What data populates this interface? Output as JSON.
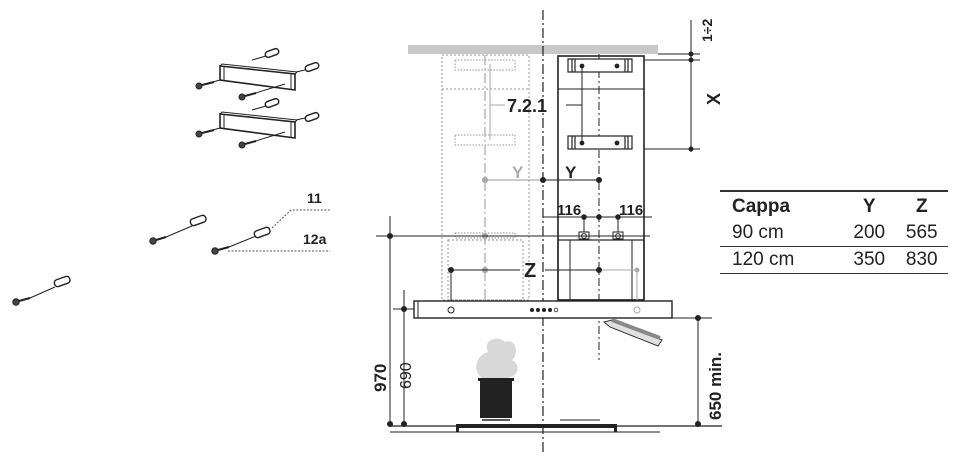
{
  "diagram": {
    "type": "range hood wall-mount installation drawing",
    "labels": {
      "ref_721": "7.2.1",
      "gap": "1÷2",
      "x": "X",
      "y_left": "Y",
      "y_right": "Y",
      "offset_left": "116",
      "offset_right": "116",
      "z": "Z",
      "height_total": "970",
      "height_inner": "690",
      "min_clearance": "650 min.",
      "part_11": "11",
      "part_12a": "12a"
    },
    "colors": {
      "line": "#222222",
      "ghost": "#aaaaaa",
      "ceiling": "#c8c8c8",
      "steam": "#d8d8d8"
    }
  },
  "table": {
    "headers": [
      "Cappa",
      "Y",
      "Z"
    ],
    "rows": [
      {
        "cappa": "90 cm",
        "y": "200",
        "z": "565"
      },
      {
        "cappa": "120 cm",
        "y": "350",
        "z": "830"
      }
    ]
  }
}
